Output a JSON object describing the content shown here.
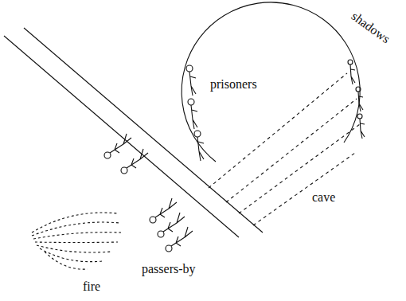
{
  "diagram": {
    "labels": [
      "shadows",
      "prisoners",
      "cave",
      "passers-by",
      "fire"
    ]
  }
}
